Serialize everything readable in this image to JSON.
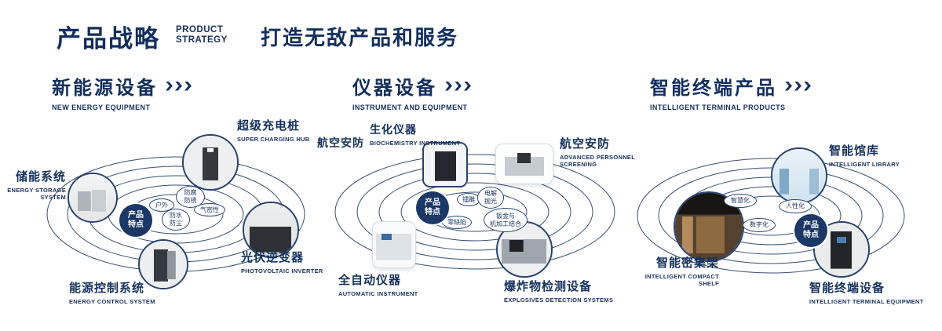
{
  "header": {
    "title": "产品战略",
    "subtitle": "PRODUCT\nSTRATEGY",
    "tagline": "打造无敌产品和服务"
  },
  "sections": {
    "new_energy": {
      "title": "新能源设备",
      "subtitle": "NEW ENERGY EQUIPMENT",
      "badge": "产品\n特点",
      "features": {
        "outdoor": "户外",
        "anticorrosion": "防腐\n防锈",
        "airtight": "气密性",
        "waterproof": "防水\n防尘"
      },
      "products": {
        "charging_hub": {
          "name": "超级充电桩",
          "en": "SUPER CHARGING HUB"
        },
        "energy_storage": {
          "name": "储能系统",
          "en": "ENERGY STORAGE\nSYSTEM"
        },
        "pv_inverter": {
          "name": "光伏逆变器",
          "en": "PHOTOVOLTAIC INVERTER"
        },
        "energy_control": {
          "name": "能源控制系统",
          "en": "ENERGY CONTROL SYSTEM"
        }
      }
    },
    "instrument": {
      "title": "仪器设备",
      "subtitle": "INSTRUMENT AND EQUIPMENT",
      "badge": "产品\n特点",
      "side_label": "航空安防",
      "features": {
        "laser_engraving": "镭雕",
        "electropolishing": "电解\n抛光",
        "zero_defect": "零缺陷",
        "sheet_metal": "钣金与\n机加工结合"
      },
      "products": {
        "biochemistry": {
          "name": "生化仪器",
          "en": "BIOCHEMISTRY INSTRUMENT"
        },
        "aviation_security": {
          "name": "航空安防",
          "en": "ADVANCED PERSONNEL\nSCREENING"
        },
        "automatic": {
          "name": "全自动仪器",
          "en": "AUTOMATIC INSTRUMENT"
        },
        "explosives": {
          "name": "爆炸物检测设备",
          "en": "EXPLOSIVES DETECTION SYSTEMS"
        }
      }
    },
    "intelligent": {
      "title": "智能终端产品",
      "subtitle": "INTELLIGENT TERMINAL PRODUCTS",
      "badge": "产品\n特点",
      "features": {
        "smart": "智慧化",
        "humanized": "人性化",
        "digital": "数字化"
      },
      "products": {
        "library": {
          "name": "智能馆库",
          "en": "INTELLIGENT LIBRARY"
        },
        "compact_shelf": {
          "name": "智能密集架",
          "en": "INTELLIGENT COMPACT\nSHELF"
        },
        "terminal": {
          "name": "智能终端设备",
          "en": "INTELLIGENT TERMINAL EQUIPMENT"
        }
      }
    }
  }
}
